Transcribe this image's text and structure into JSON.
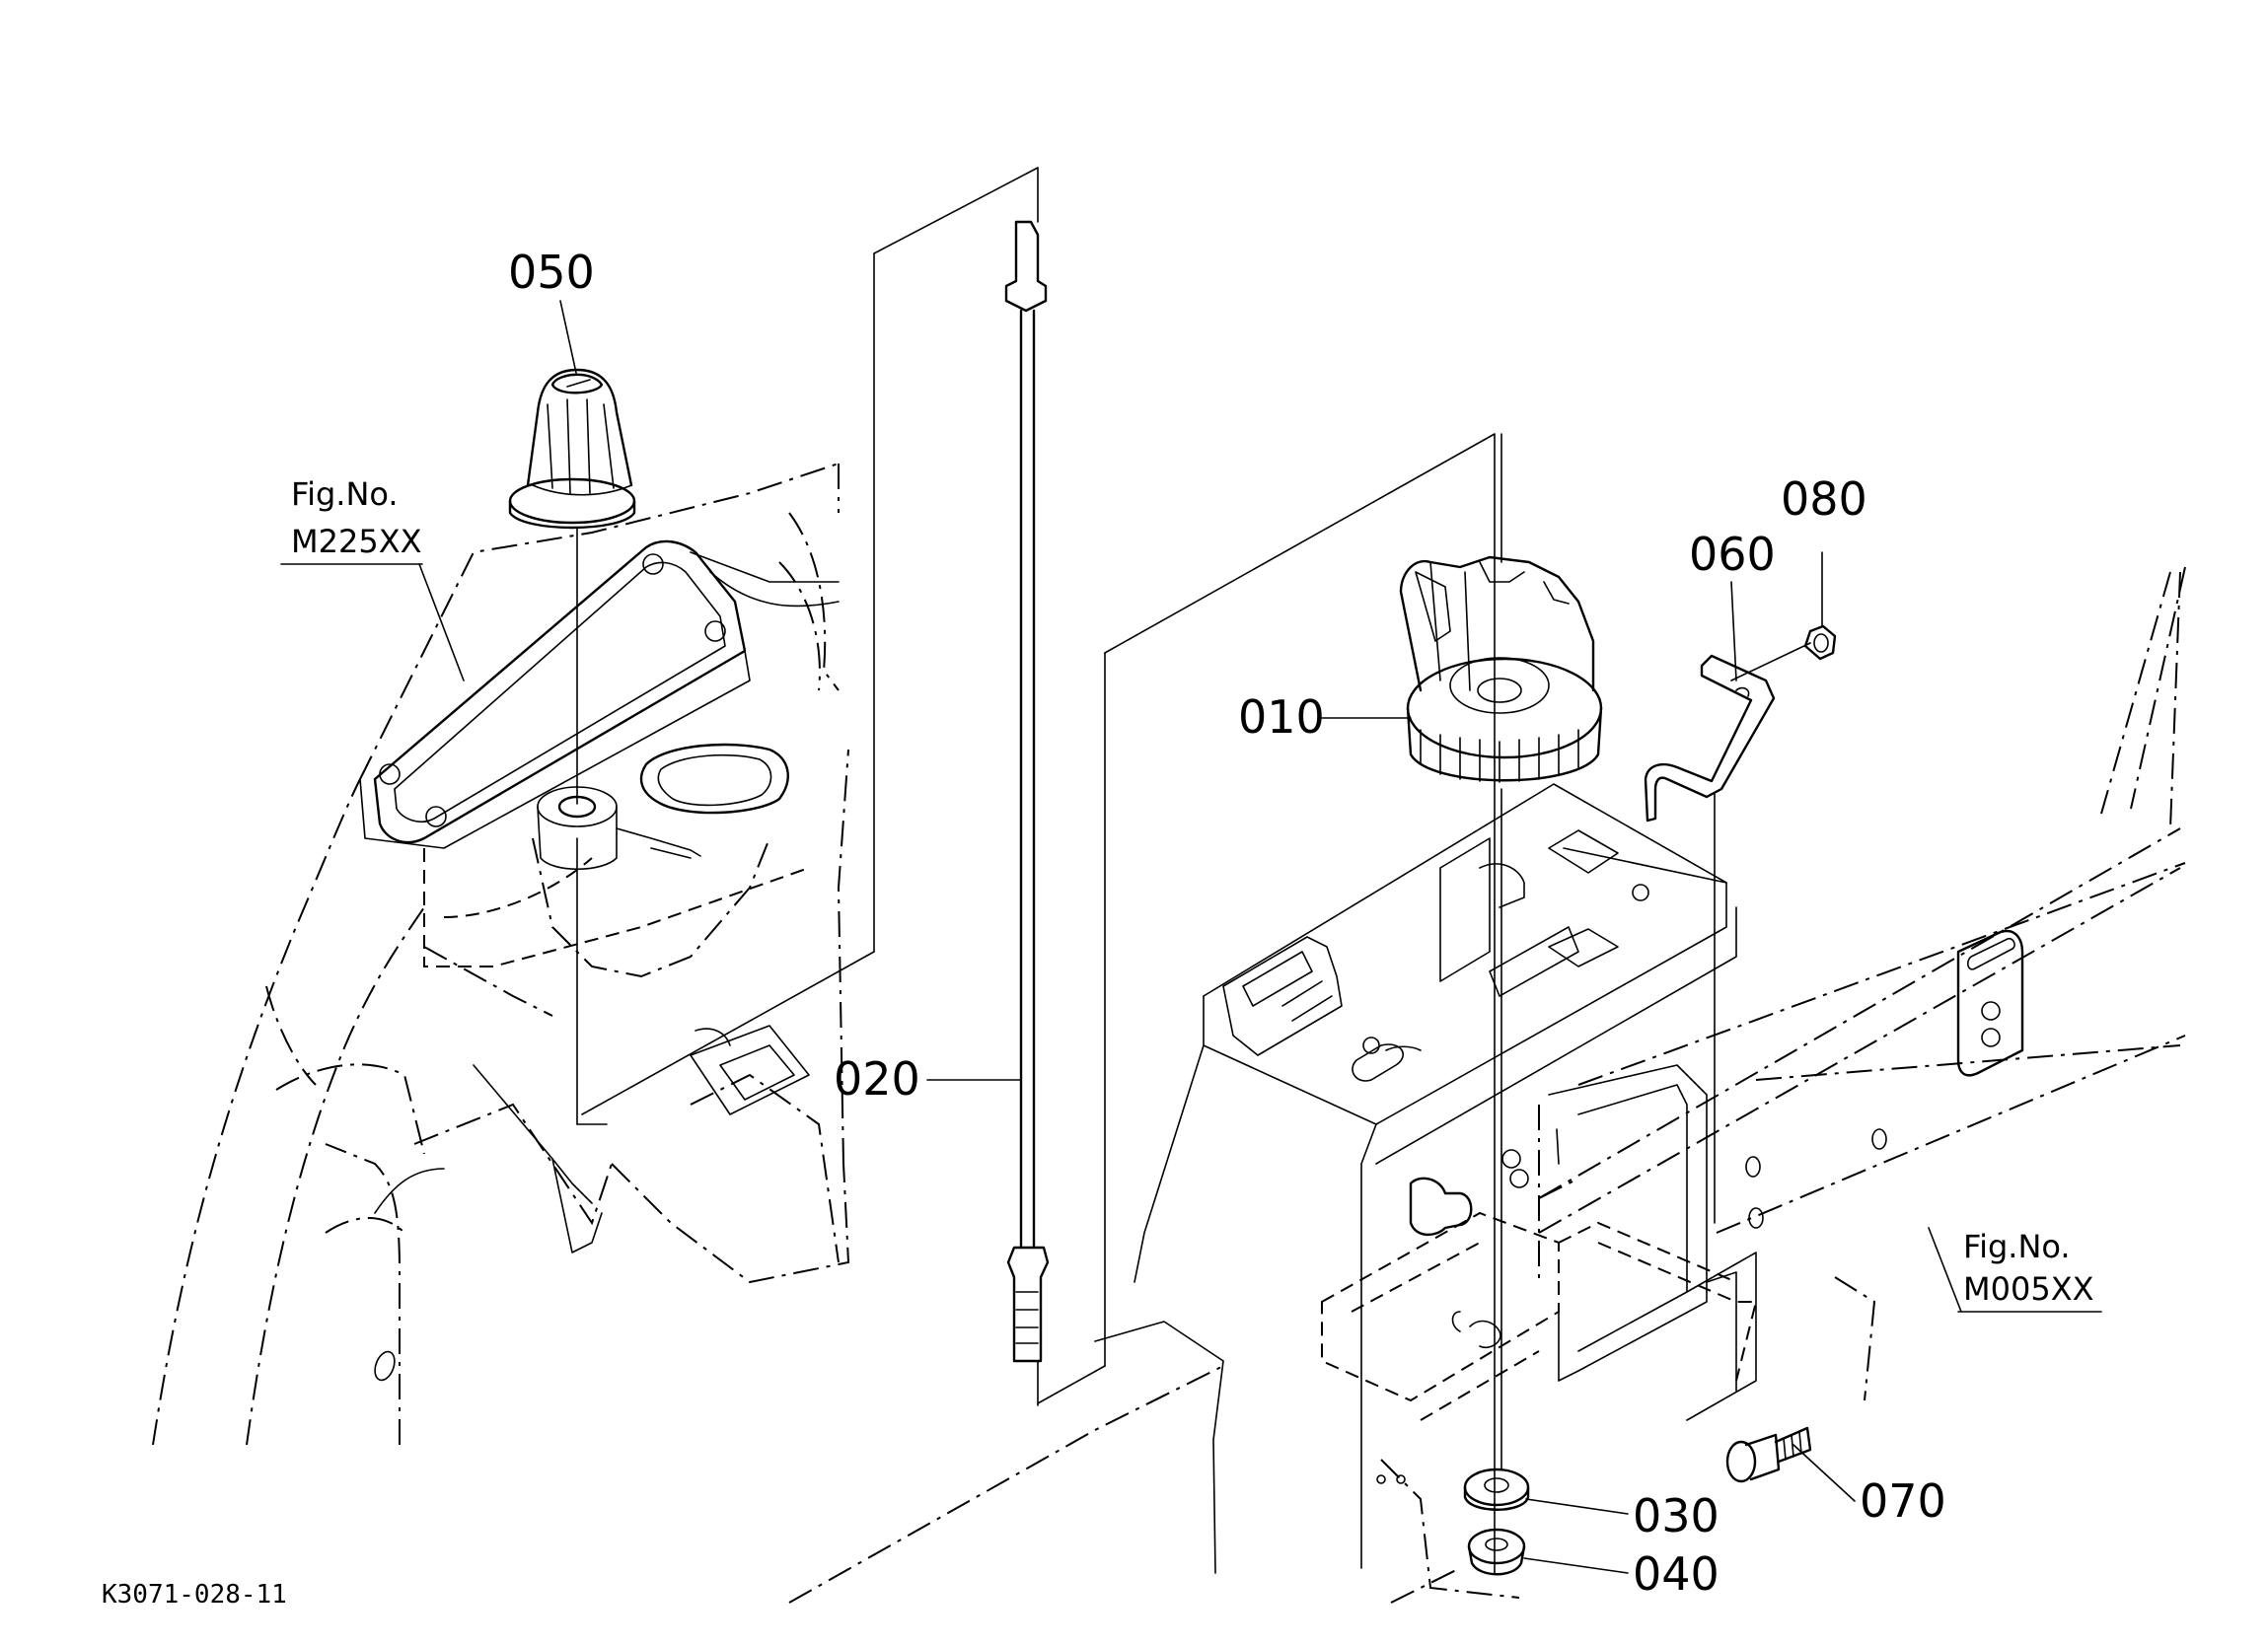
{
  "parts": {
    "p010": "010",
    "p020": "020",
    "p030": "030",
    "p040": "040",
    "p050": "050",
    "p060": "060",
    "p070": "070",
    "p080": "080"
  },
  "references": {
    "left": {
      "line1": "Fig.No.",
      "line2": "M225XX"
    },
    "right": {
      "line1": "Fig.No.",
      "line2": "M005XX"
    }
  },
  "drawing_code": "K3071-028-11"
}
